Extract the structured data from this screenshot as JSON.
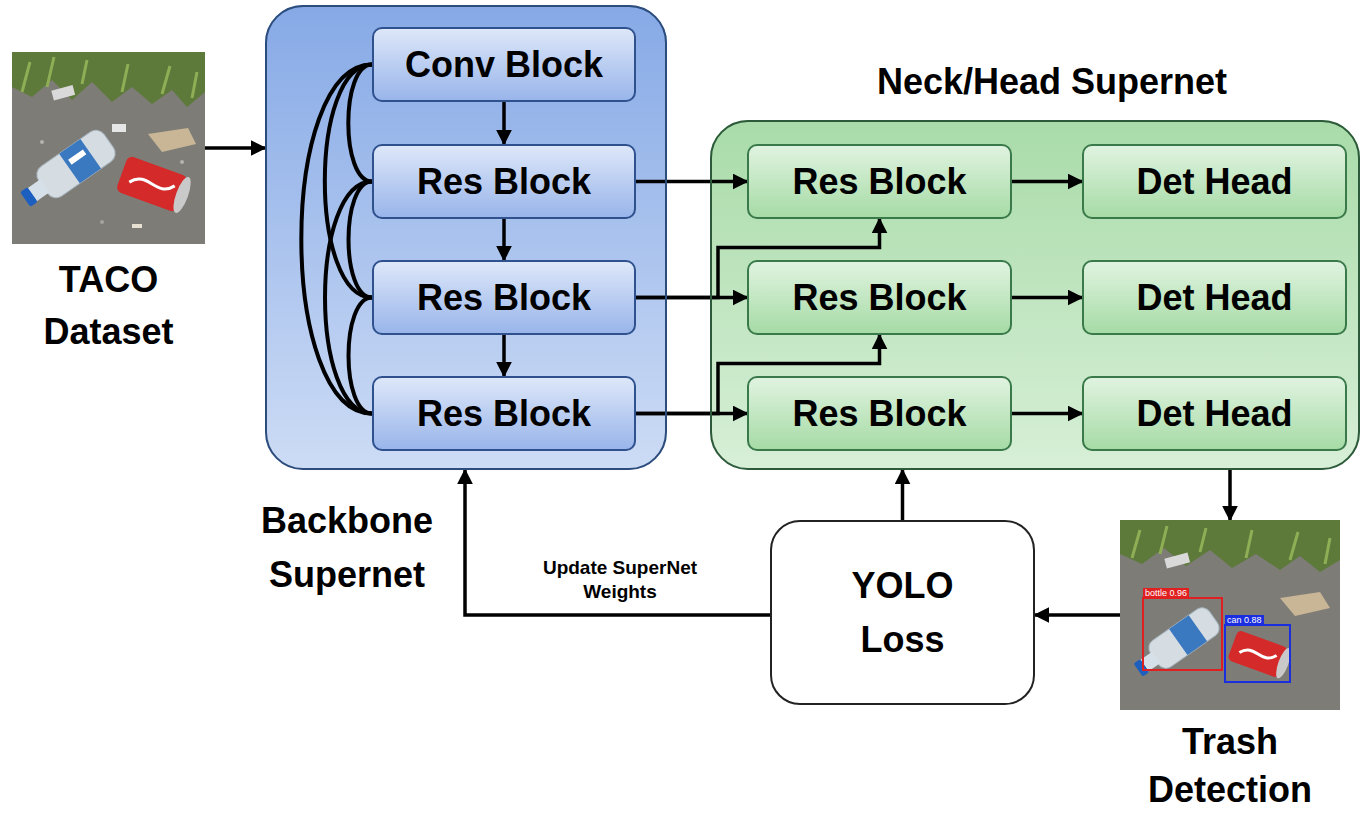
{
  "diagram": {
    "nodes": [
      {
        "text": [
          "TACO Dataset"
        ]
      },
      {
        "text": [
          "Backbone Supernet"
        ]
      },
      {
        "text": [
          "Conv Block"
        ],
        "in": 1
      },
      {
        "text": [
          "Res Block"
        ],
        "in": 1
      },
      {
        "text": [
          "Res Block"
        ],
        "in": 1
      },
      {
        "text": [
          "Res Block"
        ],
        "in": 1
      },
      {
        "text": [
          "Neck/Head Supernet"
        ]
      },
      {
        "text": [
          "Res Block"
        ],
        "in": 6
      },
      {
        "text": [
          "Det Head"
        ],
        "in": 6
      },
      {
        "text": [
          "Res Block"
        ],
        "in": 6
      },
      {
        "text": [
          "Det Head"
        ],
        "in": 6
      },
      {
        "text": [
          "Res Block"
        ],
        "in": 6
      },
      {
        "text": [
          "Det Head"
        ],
        "in": 6
      },
      {
        "text": [
          "Trash Detection"
        ]
      },
      {
        "text": [
          "YOLO Loss"
        ]
      }
    ],
    "edges": [
      {
        "from": 0,
        "to": 1,
        "arrow": "to"
      },
      {
        "from": 2,
        "to": 3,
        "arrow": "to"
      },
      {
        "from": 3,
        "to": 4,
        "arrow": "to"
      },
      {
        "from": 4,
        "to": 5,
        "arrow": "to"
      },
      {
        "from": 2,
        "to": 3,
        "arrow": "none"
      },
      {
        "from": 2,
        "to": 4,
        "arrow": "none"
      },
      {
        "from": 2,
        "to": 5,
        "arrow": "none"
      },
      {
        "from": 3,
        "to": 4,
        "arrow": "none"
      },
      {
        "from": 3,
        "to": 5,
        "arrow": "none"
      },
      {
        "from": 4,
        "to": 5,
        "arrow": "none"
      },
      {
        "from": 3,
        "to": 7,
        "arrow": "to"
      },
      {
        "from": 4,
        "to": 9,
        "arrow": "to"
      },
      {
        "from": 5,
        "to": 11,
        "arrow": "to"
      },
      {
        "from": 4,
        "to": 7,
        "arrow": "to"
      },
      {
        "from": 5,
        "to": 9,
        "arrow": "to"
      },
      {
        "from": 7,
        "to": 8,
        "arrow": "to"
      },
      {
        "from": 9,
        "to": 10,
        "arrow": "to"
      },
      {
        "from": 11,
        "to": 12,
        "arrow": "to"
      },
      {
        "from": 6,
        "to": 13,
        "arrow": "to"
      },
      {
        "from": 13,
        "to": 14,
        "arrow": "to"
      },
      {
        "from": 14,
        "to": 6,
        "arrow": "to"
      },
      {
        "from": 14,
        "to": 1,
        "label": "Update SuperNet Weights",
        "arrow": "to"
      }
    ],
    "labels": [
      "bottle 0.96",
      "can 0.88"
    ]
  }
}
